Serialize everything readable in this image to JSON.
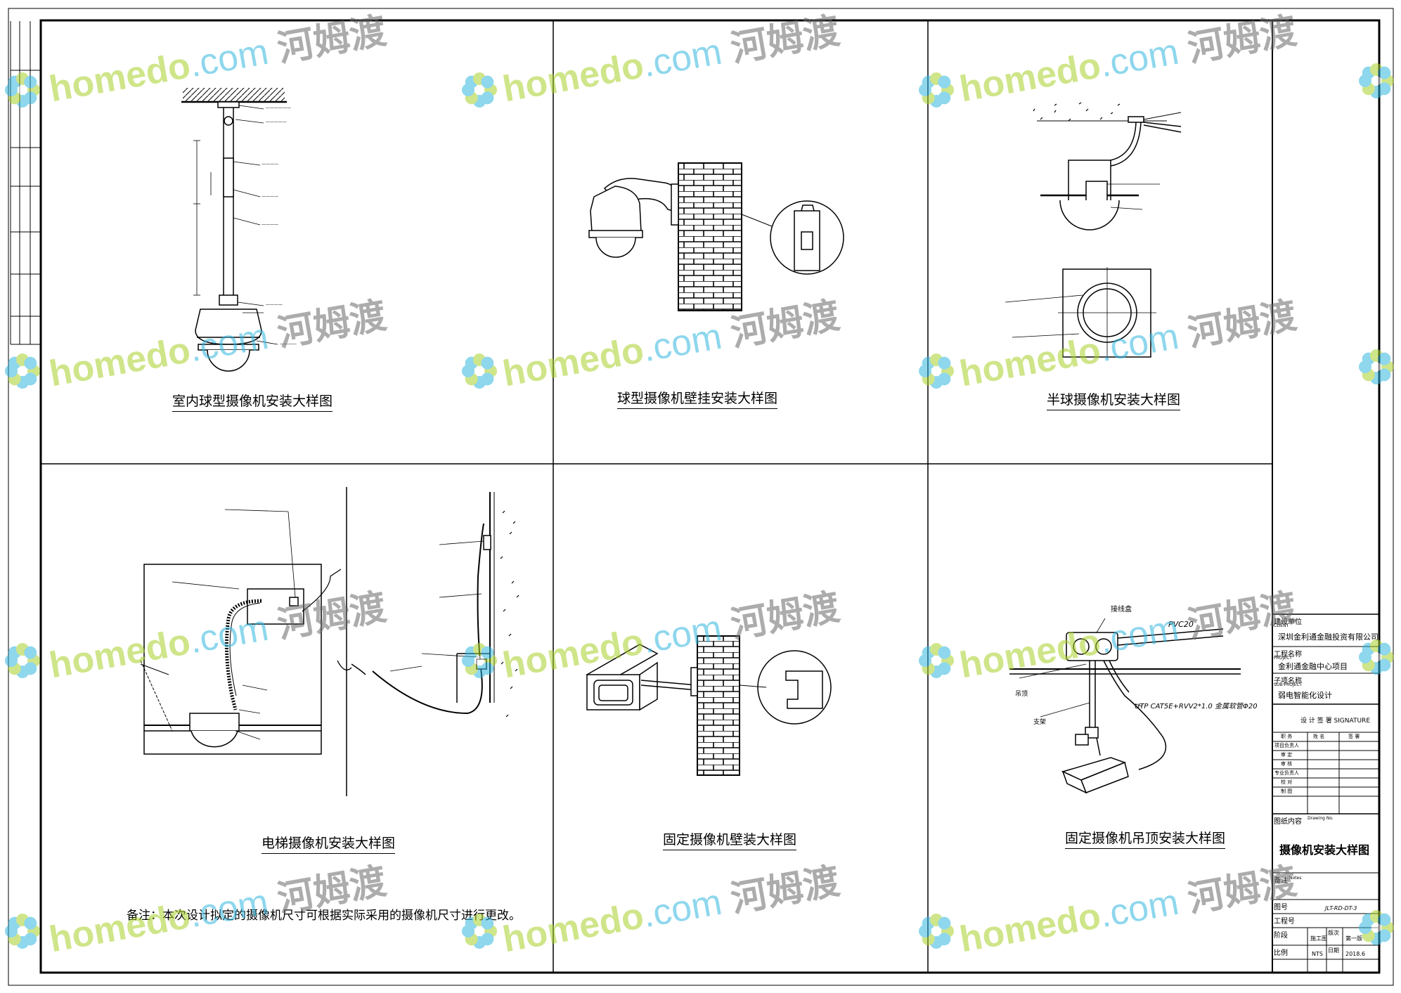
{
  "watermark": {
    "brand_a": "home",
    "brand_b": "do",
    "brand_c": ".com",
    "brand_cn": "河姆渡",
    "colors": {
      "green": "#a8d12a",
      "blue": "#32b7e0",
      "gray": "#6a6a6a"
    }
  },
  "panels": {
    "p1": {
      "caption": "室内球型摄像机安装大样图"
    },
    "p2": {
      "caption": "球型摄像机壁挂安装大样图"
    },
    "p3": {
      "caption": "半球摄像机安装大样图"
    },
    "p4": {
      "caption": "电梯摄像机安装大样图"
    },
    "p5": {
      "caption": "固定摄像机壁装大样图"
    },
    "p6": {
      "caption": "固定摄像机吊顶安装大样图",
      "labels": {
        "junction_box": "接线盒",
        "conduit": "PVC20",
        "ceiling": "吊顶",
        "bracket": "支架",
        "cable": "UTP CAT5E+RVV2*1.0 金属软管Φ20"
      }
    }
  },
  "note": "备注：本次设计拟定的摄像机尺寸可根据实际采用的摄像机尺寸进行更改。",
  "title_block": {
    "client_label": "建设单位",
    "client_label_en": "CLIENT",
    "client": "深圳金利通金融投资有限公司",
    "project_label": "工程名称",
    "project_label_en": "PROJECT",
    "project": "金利通金融中心项目",
    "subproject_label": "子项名称",
    "subproject_label_en": "SUB-PROJECT",
    "subproject": "弱电智能化设计",
    "signature_header": "设 计 签 署 SIGNATURE",
    "sig_cols": [
      "职 务",
      "姓 名",
      "签 署"
    ],
    "sig_rows": [
      "项目负责人",
      "审 定",
      "审 核",
      "专业负责人",
      "校 对",
      "制 图"
    ],
    "drawing_label": "图纸内容",
    "drawing_label_en": "Drawing No.",
    "drawing_title": "摄像机安装大样图",
    "remark_label": "备注",
    "remark_label_en": "Notes",
    "dwg_no_label": "图号",
    "dwg_no": "JLT-RD-DT-3",
    "job_no_label": "工程号",
    "phase_label": "阶段",
    "phase": "施工图",
    "edition_label": "版次",
    "edition": "第一版",
    "scale_label": "比例",
    "scale": "NTS",
    "date_label": "日期",
    "date": "2018.6"
  }
}
